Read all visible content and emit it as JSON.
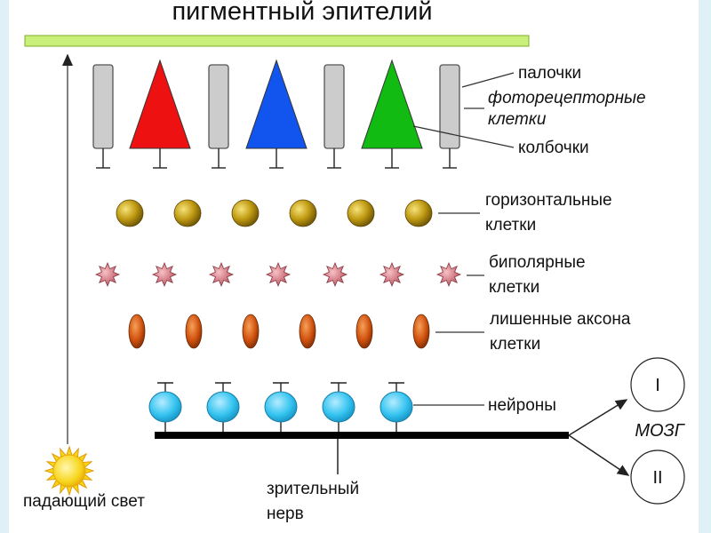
{
  "title": "пигментный эпителий",
  "labels": {
    "rods": "палочки",
    "photoreceptor_line1": "фоторецепторные",
    "photoreceptor_line2": "клетки",
    "cones": "колбочки",
    "horizontal_line1": "горизонтальные",
    "horizontal_line2": "клетки",
    "bipolar_line1": "биполярные",
    "bipolar_line2": "клетки",
    "amacrine_line1": "лишенные аксона",
    "amacrine_line2": "клетки",
    "neurons": "нейроны",
    "brain": "МОЗГ",
    "brain_region_1": "I",
    "brain_region_2": "II",
    "optic_nerve_line1": "зрительный",
    "optic_nerve_line2": "нерв",
    "incident_light": "падающий свет"
  },
  "photoreceptors": [
    {
      "kind": "rod"
    },
    {
      "kind": "cone",
      "color": "#ee1111"
    },
    {
      "kind": "rod"
    },
    {
      "kind": "cone",
      "color": "#1155ee"
    },
    {
      "kind": "rod"
    },
    {
      "kind": "cone",
      "color": "#11bb11"
    },
    {
      "kind": "rod"
    }
  ],
  "cell_counts": {
    "horizontal": 6,
    "bipolar": 7,
    "amacrine": 6,
    "neurons": 5
  },
  "colors": {
    "frame": "#dff1f7",
    "pigment_epithelium": "#c8f07a",
    "rod": "#cccccc",
    "horizontal_cell": "#b8920e",
    "bipolar_cell": "#d4707a",
    "amacrine_cell": "#d0520e",
    "neuron": "#35c4f0",
    "sun": "#f7d51b"
  },
  "icons": {
    "sun": "sun-icon",
    "arrow": "arrow-icon"
  }
}
